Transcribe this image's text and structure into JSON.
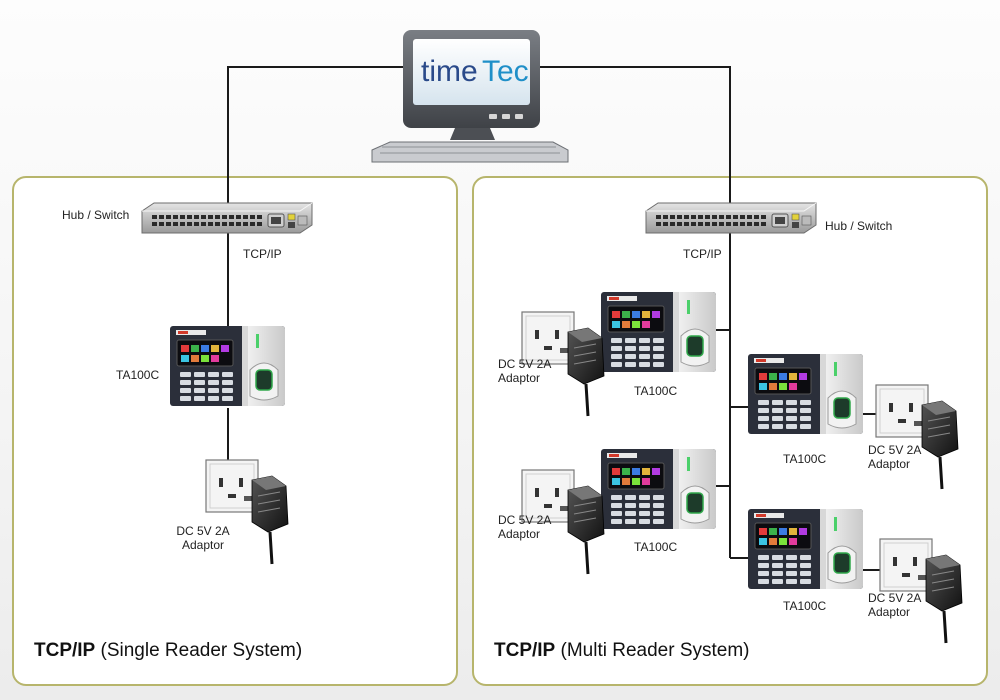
{
  "logo": {
    "text_a": "time",
    "text_b": "Tec"
  },
  "single": {
    "hub_label": "Hub / Switch",
    "link_label": "TCP/IP",
    "device_label": "TA100C",
    "adaptor_label_1": "DC 5V 2A",
    "adaptor_label_2": "Adaptor",
    "caption_bold": "TCP/IP",
    "caption_rest": " (Single Reader System)"
  },
  "multi": {
    "hub_label": "Hub / Switch",
    "link_label": "TCP/IP",
    "caption_bold": "TCP/IP",
    "caption_rest": " (Multi Reader System)",
    "readers": [
      {
        "device_label": "TA100C",
        "adaptor_label_1": "DC 5V 2A",
        "adaptor_label_2": "Adaptor"
      },
      {
        "device_label": "TA100C",
        "adaptor_label_1": "DC 5V 2A",
        "adaptor_label_2": "Adaptor"
      },
      {
        "device_label": "TA100C",
        "adaptor_label_1": "DC 5V 2A",
        "adaptor_label_2": "Adaptor"
      },
      {
        "device_label": "TA100C",
        "adaptor_label_1": "DC 5V 2A",
        "adaptor_label_2": "Adaptor"
      }
    ]
  },
  "colors": {
    "panel_border": "#b7b56c",
    "wire": "#1a1a1a",
    "device_body": "#2b2f3a",
    "logo_blue": "#1f8fc8",
    "logo_dark": "#2a4a8a"
  }
}
